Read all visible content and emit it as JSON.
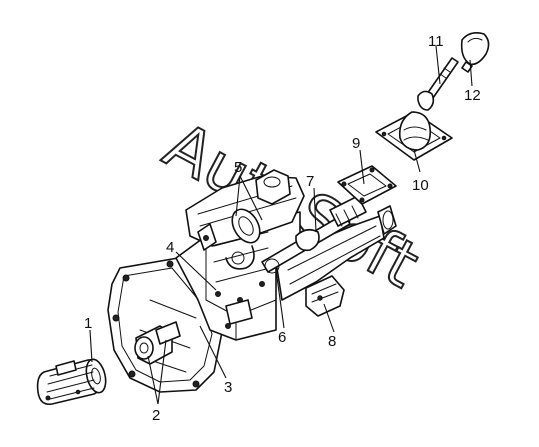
{
  "watermark": {
    "text": "AutoSoft"
  },
  "callouts": [
    {
      "id": "1",
      "text": "1"
    },
    {
      "id": "2",
      "text": "2"
    },
    {
      "id": "3",
      "text": "3"
    },
    {
      "id": "4",
      "text": "4"
    },
    {
      "id": "5",
      "text": "5"
    },
    {
      "id": "6",
      "text": "6"
    },
    {
      "id": "7",
      "text": "7"
    },
    {
      "id": "8",
      "text": "8"
    },
    {
      "id": "9",
      "text": "9"
    },
    {
      "id": "10",
      "text": "10"
    },
    {
      "id": "11",
      "text": "11"
    },
    {
      "id": "12",
      "text": "12"
    }
  ]
}
